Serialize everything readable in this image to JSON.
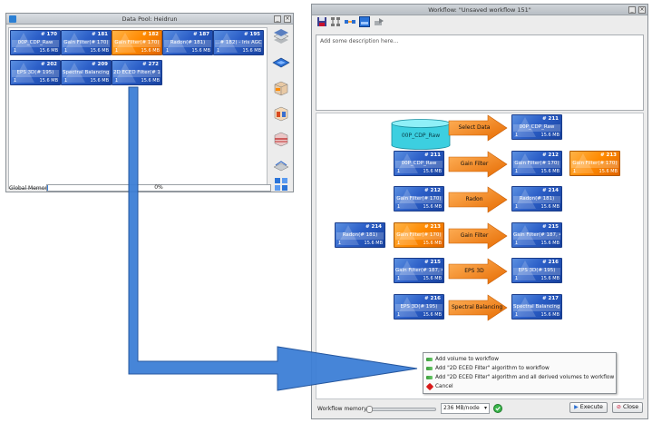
{
  "pool_window": {
    "title": "Data Pool: Heidrun",
    "tiles": [
      {
        "id": "# 170",
        "name": "00P_CDP_Raw",
        "one": "1",
        "size": "15.6 MB",
        "color": "blue"
      },
      {
        "id": "# 181",
        "name": "Gain Filter(# 170)",
        "one": "1",
        "size": "15.6 MB",
        "color": "blue"
      },
      {
        "id": "# 182",
        "name": "Gain Filter(# 170)",
        "one": "1",
        "size": "15.6 MB",
        "color": "orange"
      },
      {
        "id": "# 187",
        "name": "Radon(# 181)",
        "one": "1",
        "size": "15.6 MB",
        "color": "blue"
      },
      {
        "id": "# 195",
        "name": "...# 182) - Iris AGC",
        "one": "1",
        "size": "15.6 MB",
        "color": "blue"
      },
      {
        "id": "# 202",
        "name": "EPS 3D(# 195)",
        "one": "1",
        "size": "15.6 MB",
        "color": "blue"
      },
      {
        "id": "# 209",
        "name": "Spectral Balancing(",
        "one": "1",
        "size": "15.6 MB",
        "color": "blue"
      },
      {
        "id": "# 272",
        "name": "2D ECED Filter(# 1",
        "one": "1",
        "size": "15.6 MB",
        "color": "blue"
      }
    ],
    "global_memory_label": "Global Memory:",
    "global_memory_value": "0%"
  },
  "workflow_window": {
    "title": "Workflow: \"Unsaved workflow 151\"",
    "description_placeholder": "Add some description here...",
    "source_cylinder_label": "00P_CDP_Raw",
    "rows": [
      {
        "input": null,
        "operation": "Select Data",
        "output": {
          "id": "# 211",
          "name": "00P_CDP_Raw",
          "one": "1",
          "size": "15.6 MB",
          "color": "blue"
        },
        "extra": null
      },
      {
        "input": {
          "id": "# 211",
          "name": "00P_CDP_Raw",
          "one": "1",
          "size": "15.6 MB",
          "color": "blue"
        },
        "operation": "Gain Filter",
        "output": {
          "id": "# 212",
          "name": "Gain Filter(# 170)",
          "one": "1",
          "size": "15.6 MB",
          "color": "blue"
        },
        "extra": {
          "id": "# 213",
          "name": "Gain Filter(# 170)",
          "one": "1",
          "size": "15.6 MB",
          "color": "orange"
        }
      },
      {
        "input": {
          "id": "# 212",
          "name": "Gain Filter(# 170)",
          "one": "1",
          "size": "15.6 MB",
          "color": "blue"
        },
        "operation": "Radon",
        "output": {
          "id": "# 214",
          "name": "Radon(# 181)",
          "one": "1",
          "size": "15.6 MB",
          "color": "blue"
        },
        "extra": null
      },
      {
        "input": {
          "id": "# 213",
          "name": "Gain Filter(# 170)",
          "one": "1",
          "size": "15.6 MB",
          "color": "orange"
        },
        "left": {
          "id": "# 214",
          "name": "Radon(# 181)",
          "one": "1",
          "size": "15.6 MB",
          "color": "blue"
        },
        "operation": "Gain Filter",
        "output": {
          "id": "# 215",
          "name": "Gain Filter(# 187, 4",
          "one": "1",
          "size": "15.6 MB",
          "color": "blue"
        },
        "extra": null
      },
      {
        "input": {
          "id": "# 215",
          "name": "Gain Filter(# 187, 4",
          "one": "1",
          "size": "15.6 MB",
          "color": "blue"
        },
        "operation": "EPS 3D",
        "output": {
          "id": "# 216",
          "name": "EPS 3D(# 195)",
          "one": "1",
          "size": "15.6 MB",
          "color": "blue"
        },
        "extra": null
      },
      {
        "input": {
          "id": "# 216",
          "name": "EPS 3D(# 195)",
          "one": "1",
          "size": "15.6 MB",
          "color": "blue"
        },
        "operation": "Spectral Balancing",
        "output": {
          "id": "# 217",
          "name": "Spectral Balancing(",
          "one": "1",
          "size": "15.6 MB",
          "color": "blue"
        },
        "extra": null
      }
    ],
    "context_menu": [
      {
        "label": "Add volume to workflow",
        "icon": "add-icon"
      },
      {
        "label": "Add \"2D ECED Filter\" algorithm to workflow",
        "icon": "add-icon"
      },
      {
        "label": "Add \"2D ECED Filter\" algorithm and all derived volumes to workflow",
        "icon": "add-icon"
      },
      {
        "label": "Cancel",
        "icon": "cancel-icon"
      }
    ],
    "memory_label": "Workflow memory:",
    "memory_value": "236 MB/node",
    "execute_label": "Execute",
    "close_label": "Close"
  },
  "colors": {
    "tile_blue": "#2c5fc8",
    "tile_orange": "#ff8a00",
    "drag_arrow": "#3d7fd6",
    "op_arrow": "#ff8a00",
    "cylinder": "#3ccfe0"
  }
}
